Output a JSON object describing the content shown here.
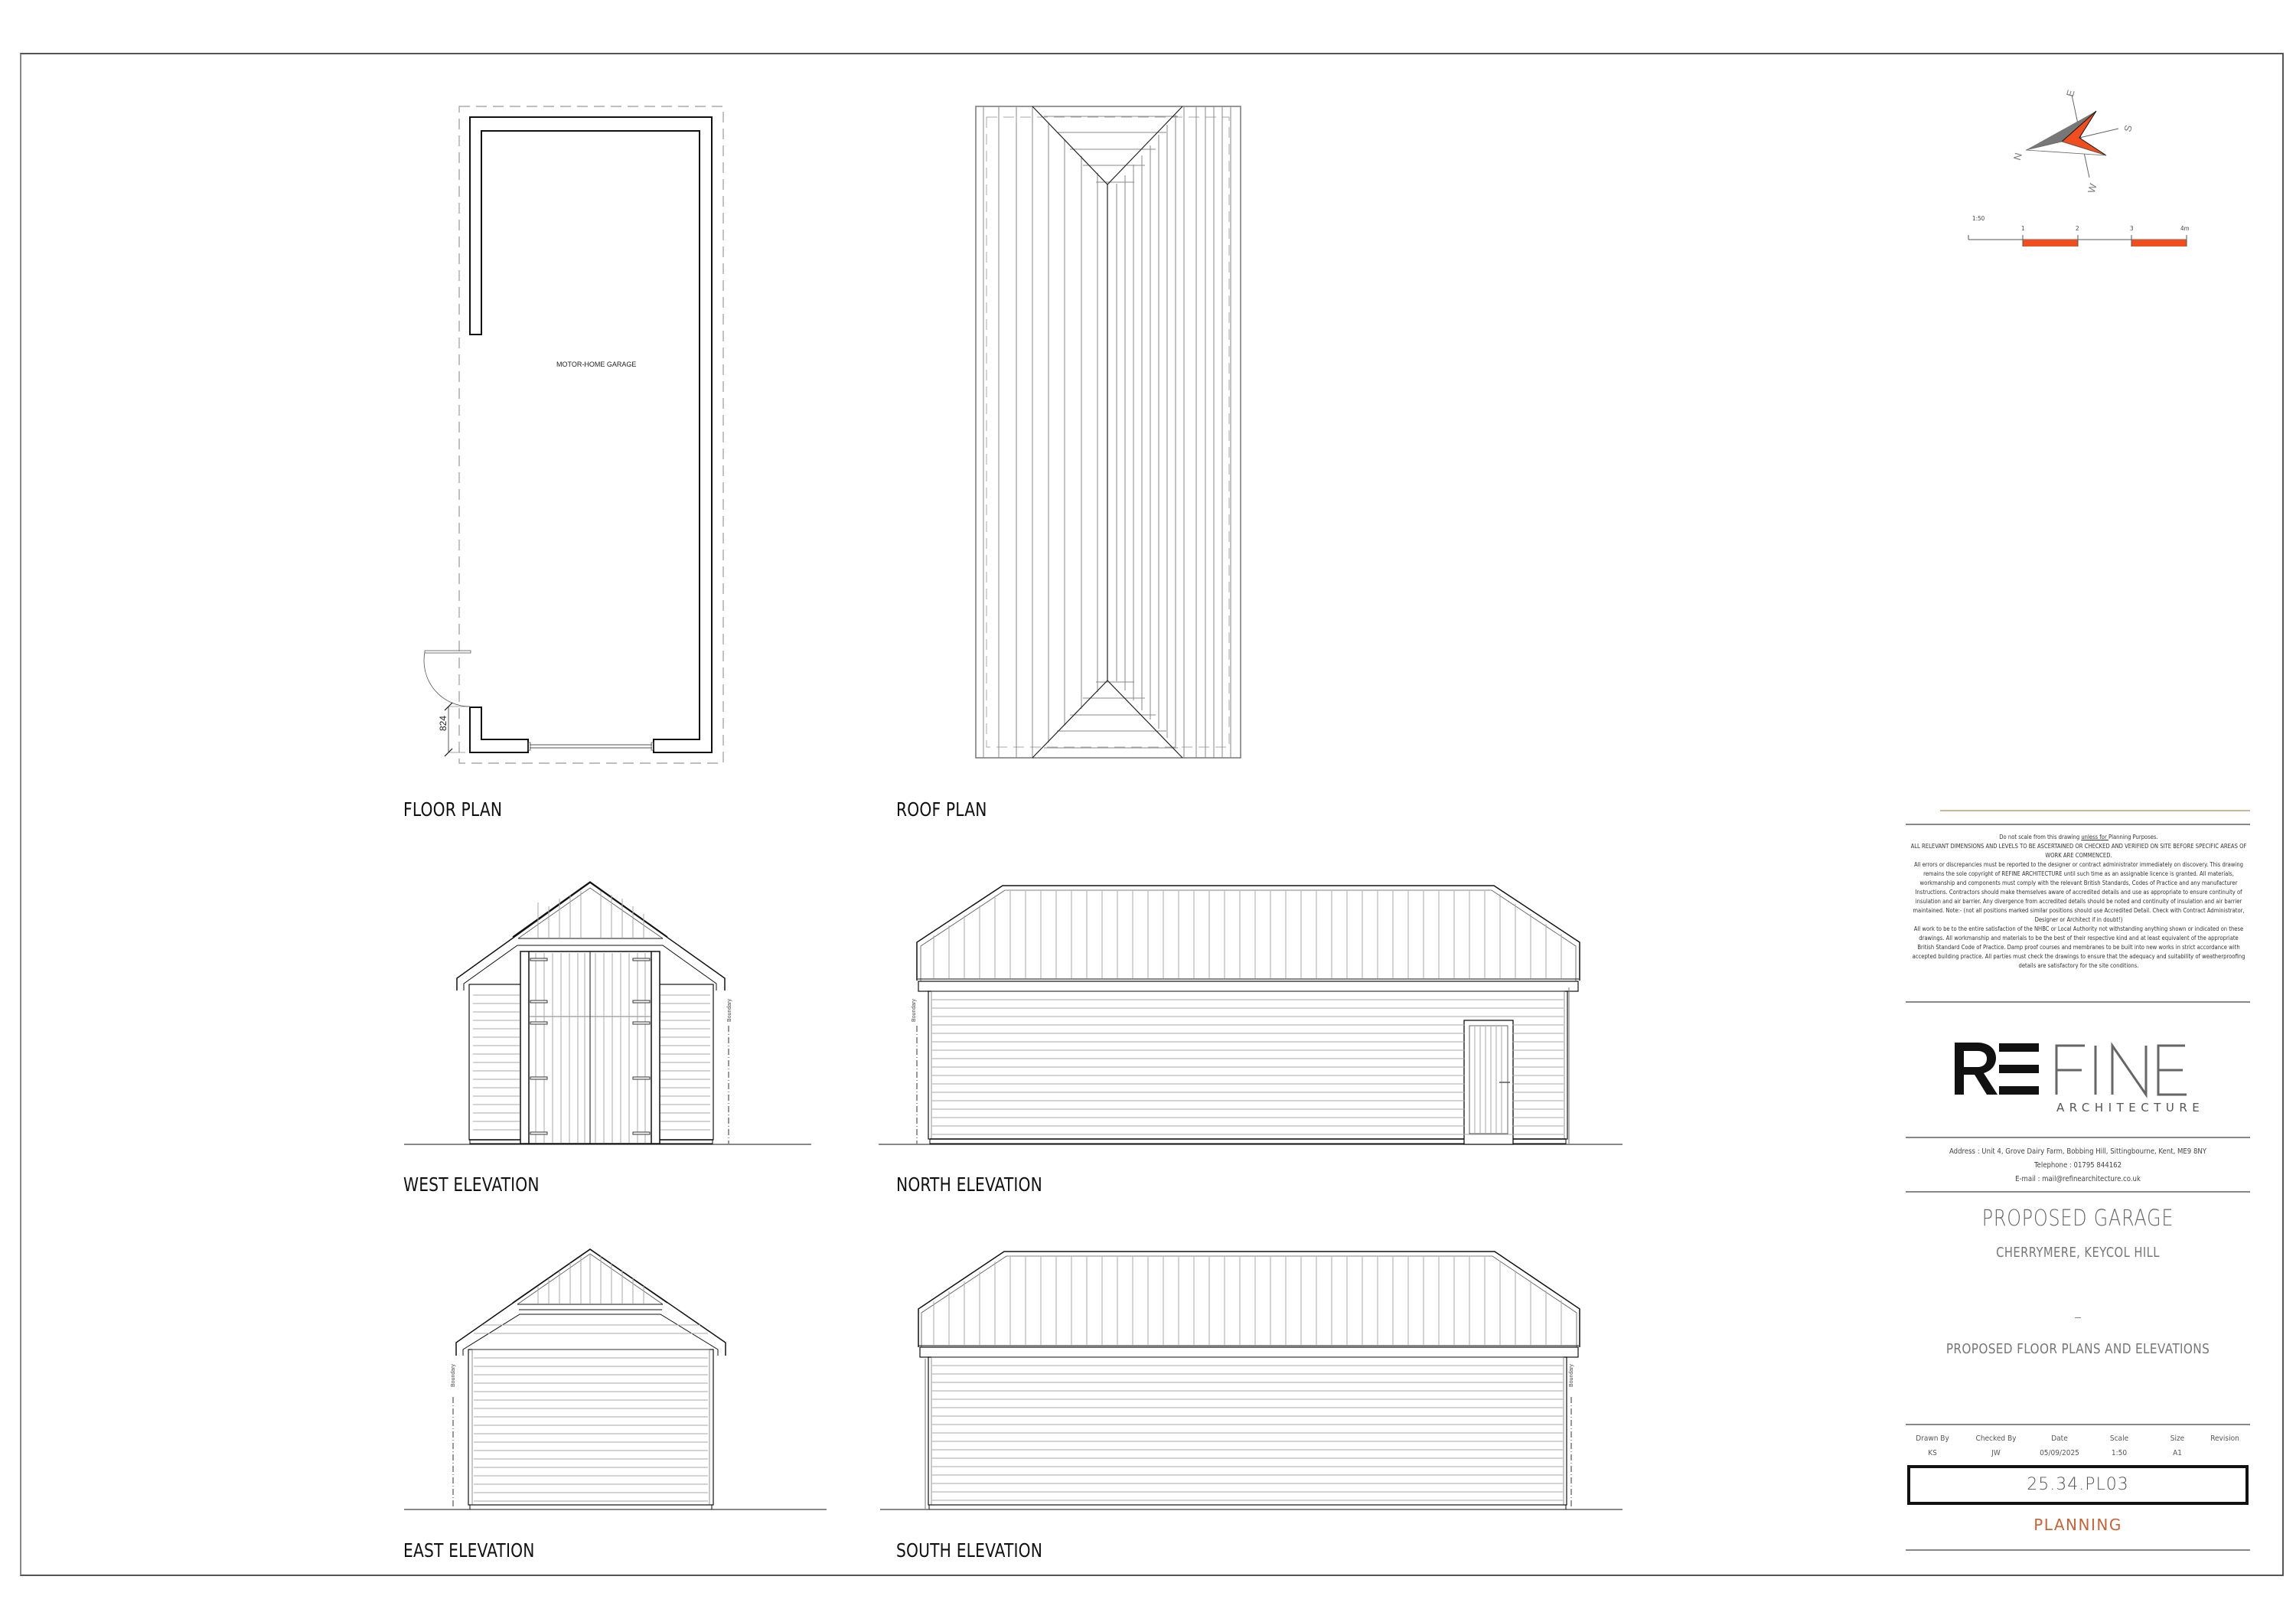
{
  "sheet": {
    "type": "architectural planning drawing",
    "border_color": "#555555"
  },
  "views": {
    "floor_plan": {
      "label": "FLOOR PLAN",
      "room_label": "MOTOR-HOME GARAGE",
      "door_dimension": "824"
    },
    "roof_plan": {
      "label": "ROOF PLAN"
    },
    "west_elevation": {
      "label": "WEST ELEVATION",
      "boundary_label": "Boundary"
    },
    "north_elevation": {
      "label": "NORTH ELEVATION",
      "boundary_label": "Boundary"
    },
    "east_elevation": {
      "label": "EAST ELEVATION",
      "boundary_label": "Boundary"
    },
    "south_elevation": {
      "label": "SOUTH ELEVATION",
      "boundary_label": "Boundary"
    }
  },
  "north_arrow": {
    "labels": {
      "n": "N",
      "e": "E",
      "s": "S",
      "w": "W"
    },
    "colors": {
      "accent": "#f04e1e",
      "shade": "#777777"
    }
  },
  "scale_bar": {
    "ratio": "1:50",
    "ticks": [
      "1",
      "2",
      "3",
      "4m"
    ],
    "accent_color": "#f04e1e"
  },
  "title_block": {
    "notes": {
      "line1_pre": "Do not scale from this drawing ",
      "line1_underline": "unless for ",
      "line1_post": "Planning Purposes.",
      "line2": "ALL RELEVANT DIMENSIONS AND LEVELS TO BE ASCERTAINED OR CHECKED AND VERIFIED ON SITE BEFORE SPECIFIC AREAS OF WORK ARE COMMENCED.",
      "line3": "All errors or discrepancies must be reported to the designer or contract administrator immediately on discovery.  This drawing remains the sole copyright of REFINE ARCHITECTURE until such time as an assignable licence is granted. All materials, workmanship and components must comply with the relevant British Standards, Codes of Practice and any manufacturer Instructions. Contractors should make themselves aware of accredited details and use as appropriate to ensure continuity of insulation and air barrier. Any divergence from accredited details should be noted and continuity of insulation and air barrier maintained. Note:- (not all positions marked similar positions should use Accredited Detail. Check with Contract Administrator, Designer or Architect if in doubt!)",
      "line4": "All work to be to the entire satisfaction of the NHBC or Local Authority not withstanding anything shown or indicated on these drawings. All workmanship and materials to be the best of their respective kind and at least equivalent of the appropriate British Standard Code of Practice. Damp proof courses and membranes to be built into new works in strict accordance with accepted building practice. All parties must check the drawings to ensure that the adequacy and suitability of weatherproofing details are satisfactory for the site conditions."
    },
    "logo": {
      "bold_part": "RE",
      "light_part": "FINE",
      "subtitle": "ARCHITECTURE"
    },
    "contact": {
      "address": "Address : Unit 4, Grove Dairy Farm, Bobbing Hill, Sittingbourne, Kent, ME9 8NY",
      "telephone": "Telephone : 01795 844162",
      "email": "E-mail : mail@refinearchitecture.co.uk"
    },
    "project_title": "PROPOSED GARAGE",
    "project_location": "CHERRYMERE, KEYCOL HILL",
    "separator": "_",
    "drawing_title": "PROPOSED FLOOR PLANS AND ELEVATIONS",
    "meta": [
      {
        "label": "Drawn By",
        "value": "KS"
      },
      {
        "label": "Checked By",
        "value": "JW"
      },
      {
        "label": "Date",
        "value": "05/09/2025"
      },
      {
        "label": "Scale",
        "value": "1:50"
      },
      {
        "label": "Size",
        "value": "A1"
      },
      {
        "label": "Revision",
        "value": ""
      }
    ],
    "drawing_number": "25.34.PL03",
    "status": "PLANNING",
    "status_color": "#c0663c"
  }
}
